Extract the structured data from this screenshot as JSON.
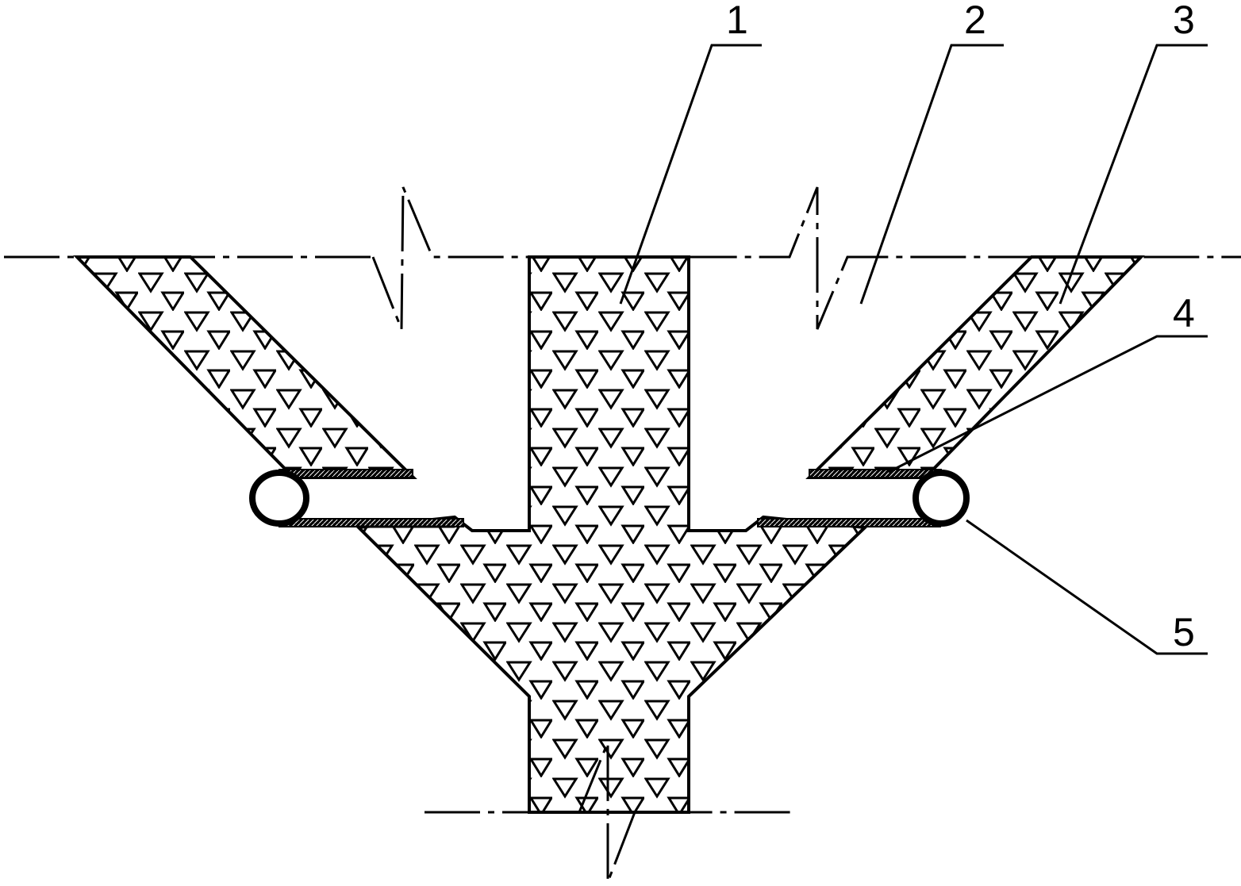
{
  "callouts": [
    {
      "id": "1",
      "label": "1"
    },
    {
      "id": "2",
      "label": "2"
    },
    {
      "id": "3",
      "label": "3"
    },
    {
      "id": "4",
      "label": "4"
    },
    {
      "id": "5",
      "label": "5"
    }
  ],
  "style": {
    "stroke_color": "#000000",
    "background": "#ffffff",
    "fill_pattern": "inverted-triangles"
  }
}
